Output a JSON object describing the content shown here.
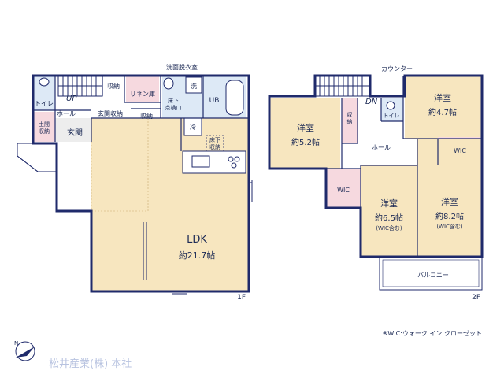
{
  "floor1": {
    "level": "1F",
    "rooms": {
      "toilet": "トイレ",
      "storage_a": "収納",
      "linen": "リネン庫",
      "hall": "ホール",
      "entrance_storage": "玄関収納",
      "storage_b": "収納",
      "earthen_storage": "土間収納",
      "entrance": "玄関",
      "washroom": "洗面脱衣室",
      "wash": "洗",
      "underfloor_inspection": "床下点検口",
      "ub": "UB",
      "fridge": "冷",
      "underfloor_storage": "床下収納",
      "ldk": "LDK",
      "ldk_area": "約21.7帖"
    },
    "stair_dir": "UP"
  },
  "floor2": {
    "level": "2F",
    "rooms": {
      "counter": "カウンター",
      "western_a": "洋室",
      "western_a_area": "約5.2帖",
      "storage": "収納",
      "toilet": "トイレ",
      "western_b": "洋室",
      "western_b_area": "約4.7帖",
      "hall": "ホール",
      "wic_a": "WIC",
      "wic_b": "WIC",
      "western_c": "洋室",
      "western_c_area": "約6.5帖",
      "western_c_note": "(WIC含む)",
      "western_d": "洋室",
      "western_d_area": "約8.2帖",
      "western_d_note": "(WIC含む)",
      "balcony": "バルコニー"
    },
    "stair_dir": "DN"
  },
  "legend": "※WIC:ウォーク イン クローゼット",
  "company": "松井産業(株) 本社",
  "colors": {
    "wall": "#1f2a6b",
    "wet_area": "#dde9f6",
    "living": "#f7e6bf",
    "storage": "#f6d9df"
  },
  "icons": {
    "compass": "north-compass-icon"
  }
}
